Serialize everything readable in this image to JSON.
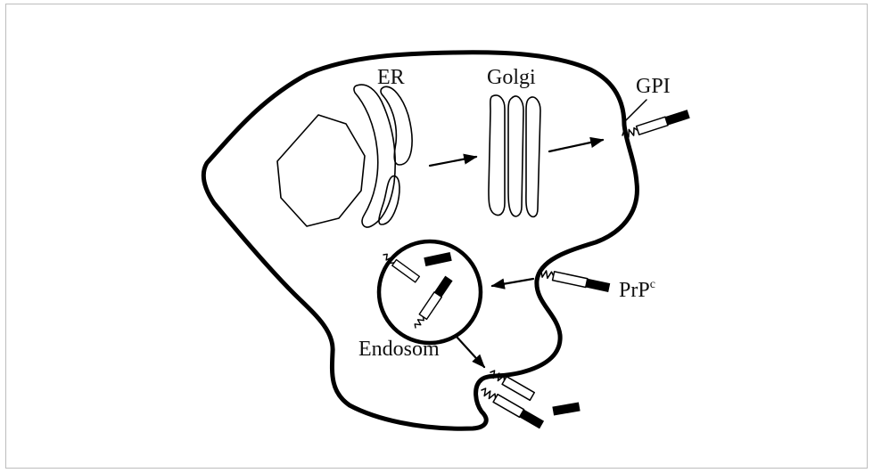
{
  "diagram": {
    "labels": {
      "er": "ER",
      "golgi": "Golgi",
      "gpi": "GPI",
      "prpc_base": "PrP",
      "prpc_sup": "c",
      "endosome": "Endosom"
    },
    "colors": {
      "stroke": "#000000",
      "background": "#ffffff",
      "frame": "#bdbdbd"
    }
  }
}
